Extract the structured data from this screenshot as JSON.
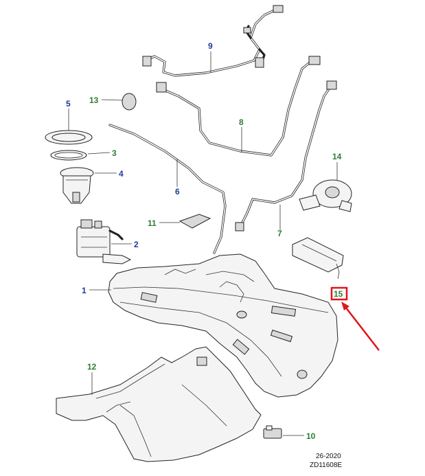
{
  "callouts": [
    {
      "id": "1",
      "label": "1",
      "color": "#1b3a9c"
    },
    {
      "id": "2",
      "label": "2",
      "color": "#1b3a9c"
    },
    {
      "id": "3",
      "label": "3",
      "color": "#2e7d32"
    },
    {
      "id": "4",
      "label": "4",
      "color": "#1b3a9c"
    },
    {
      "id": "5",
      "label": "5",
      "color": "#1b3a9c"
    },
    {
      "id": "6",
      "label": "6",
      "color": "#1b3a9c"
    },
    {
      "id": "7",
      "label": "7",
      "color": "#2e7d32"
    },
    {
      "id": "8",
      "label": "8",
      "color": "#2e7d32"
    },
    {
      "id": "9",
      "label": "9",
      "color": "#1b3a9c"
    },
    {
      "id": "10",
      "label": "10",
      "color": "#2e7d32"
    },
    {
      "id": "11",
      "label": "11",
      "color": "#2e7d32"
    },
    {
      "id": "12",
      "label": "12",
      "color": "#2e7d32"
    },
    {
      "id": "13",
      "label": "13",
      "color": "#2e7d32"
    },
    {
      "id": "14",
      "label": "14",
      "color": "#2e7d32"
    },
    {
      "id": "15",
      "label": "15",
      "color": "#2e7d32"
    }
  ],
  "highlight": {
    "callout": "15",
    "box_color": "#e0151b",
    "arrow_color": "#e0151b"
  },
  "footer": {
    "date": "26-2020",
    "code": "ZD11608E"
  }
}
